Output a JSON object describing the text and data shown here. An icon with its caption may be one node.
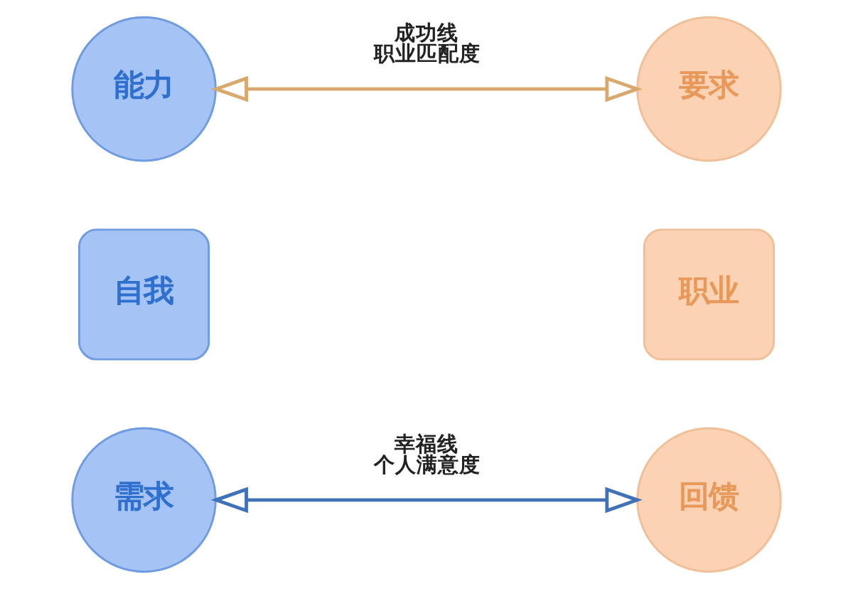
{
  "diagram": {
    "nodes": [
      {
        "text": [
          "能力"
        ]
      },
      {
        "text": [
          "要求"
        ]
      },
      {
        "text": [
          "自我"
        ]
      },
      {
        "text": [
          "职业"
        ]
      },
      {
        "text": [
          "需求"
        ]
      },
      {
        "text": [
          "回馈"
        ]
      }
    ],
    "edges": [
      {
        "from": 0,
        "to": 1,
        "arrow": "both",
        "label": "成功线职业匹配度",
        "color": "#d9a86c"
      },
      {
        "from": 4,
        "to": 5,
        "arrow": "both",
        "label": "幸福线个人满意度",
        "color": "#3f72b8"
      }
    ]
  }
}
